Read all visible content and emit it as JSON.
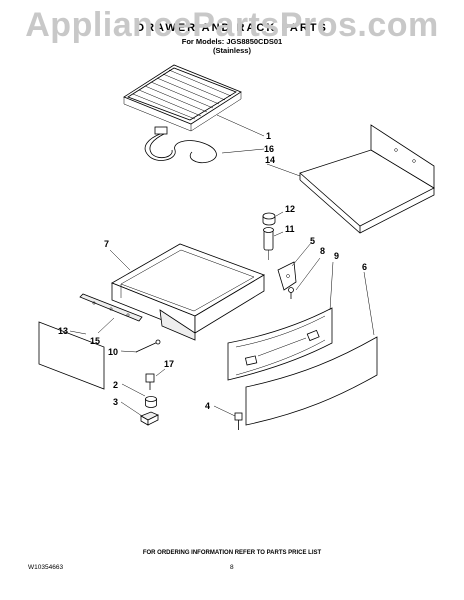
{
  "watermark": "AppliancePartsPros.com",
  "header": {
    "title": "DRAWER AND RACK PARTS",
    "models_line": "For Models: JGS8850CDS01",
    "variant": "(Stainless)"
  },
  "callouts": {
    "c1": "1",
    "c16": "16",
    "c14": "14",
    "c12": "12",
    "c11": "11",
    "c7": "7",
    "c5": "5",
    "c8": "8",
    "c9": "9",
    "c6": "6",
    "c13": "13",
    "c15": "15",
    "c10": "10",
    "c17": "17",
    "c2": "2",
    "c3": "3",
    "c4": "4"
  },
  "footer": {
    "ordering_note": "FOR ORDERING INFORMATION REFER TO PARTS PRICE LIST",
    "doc_number": "W10354663",
    "page": "8"
  }
}
